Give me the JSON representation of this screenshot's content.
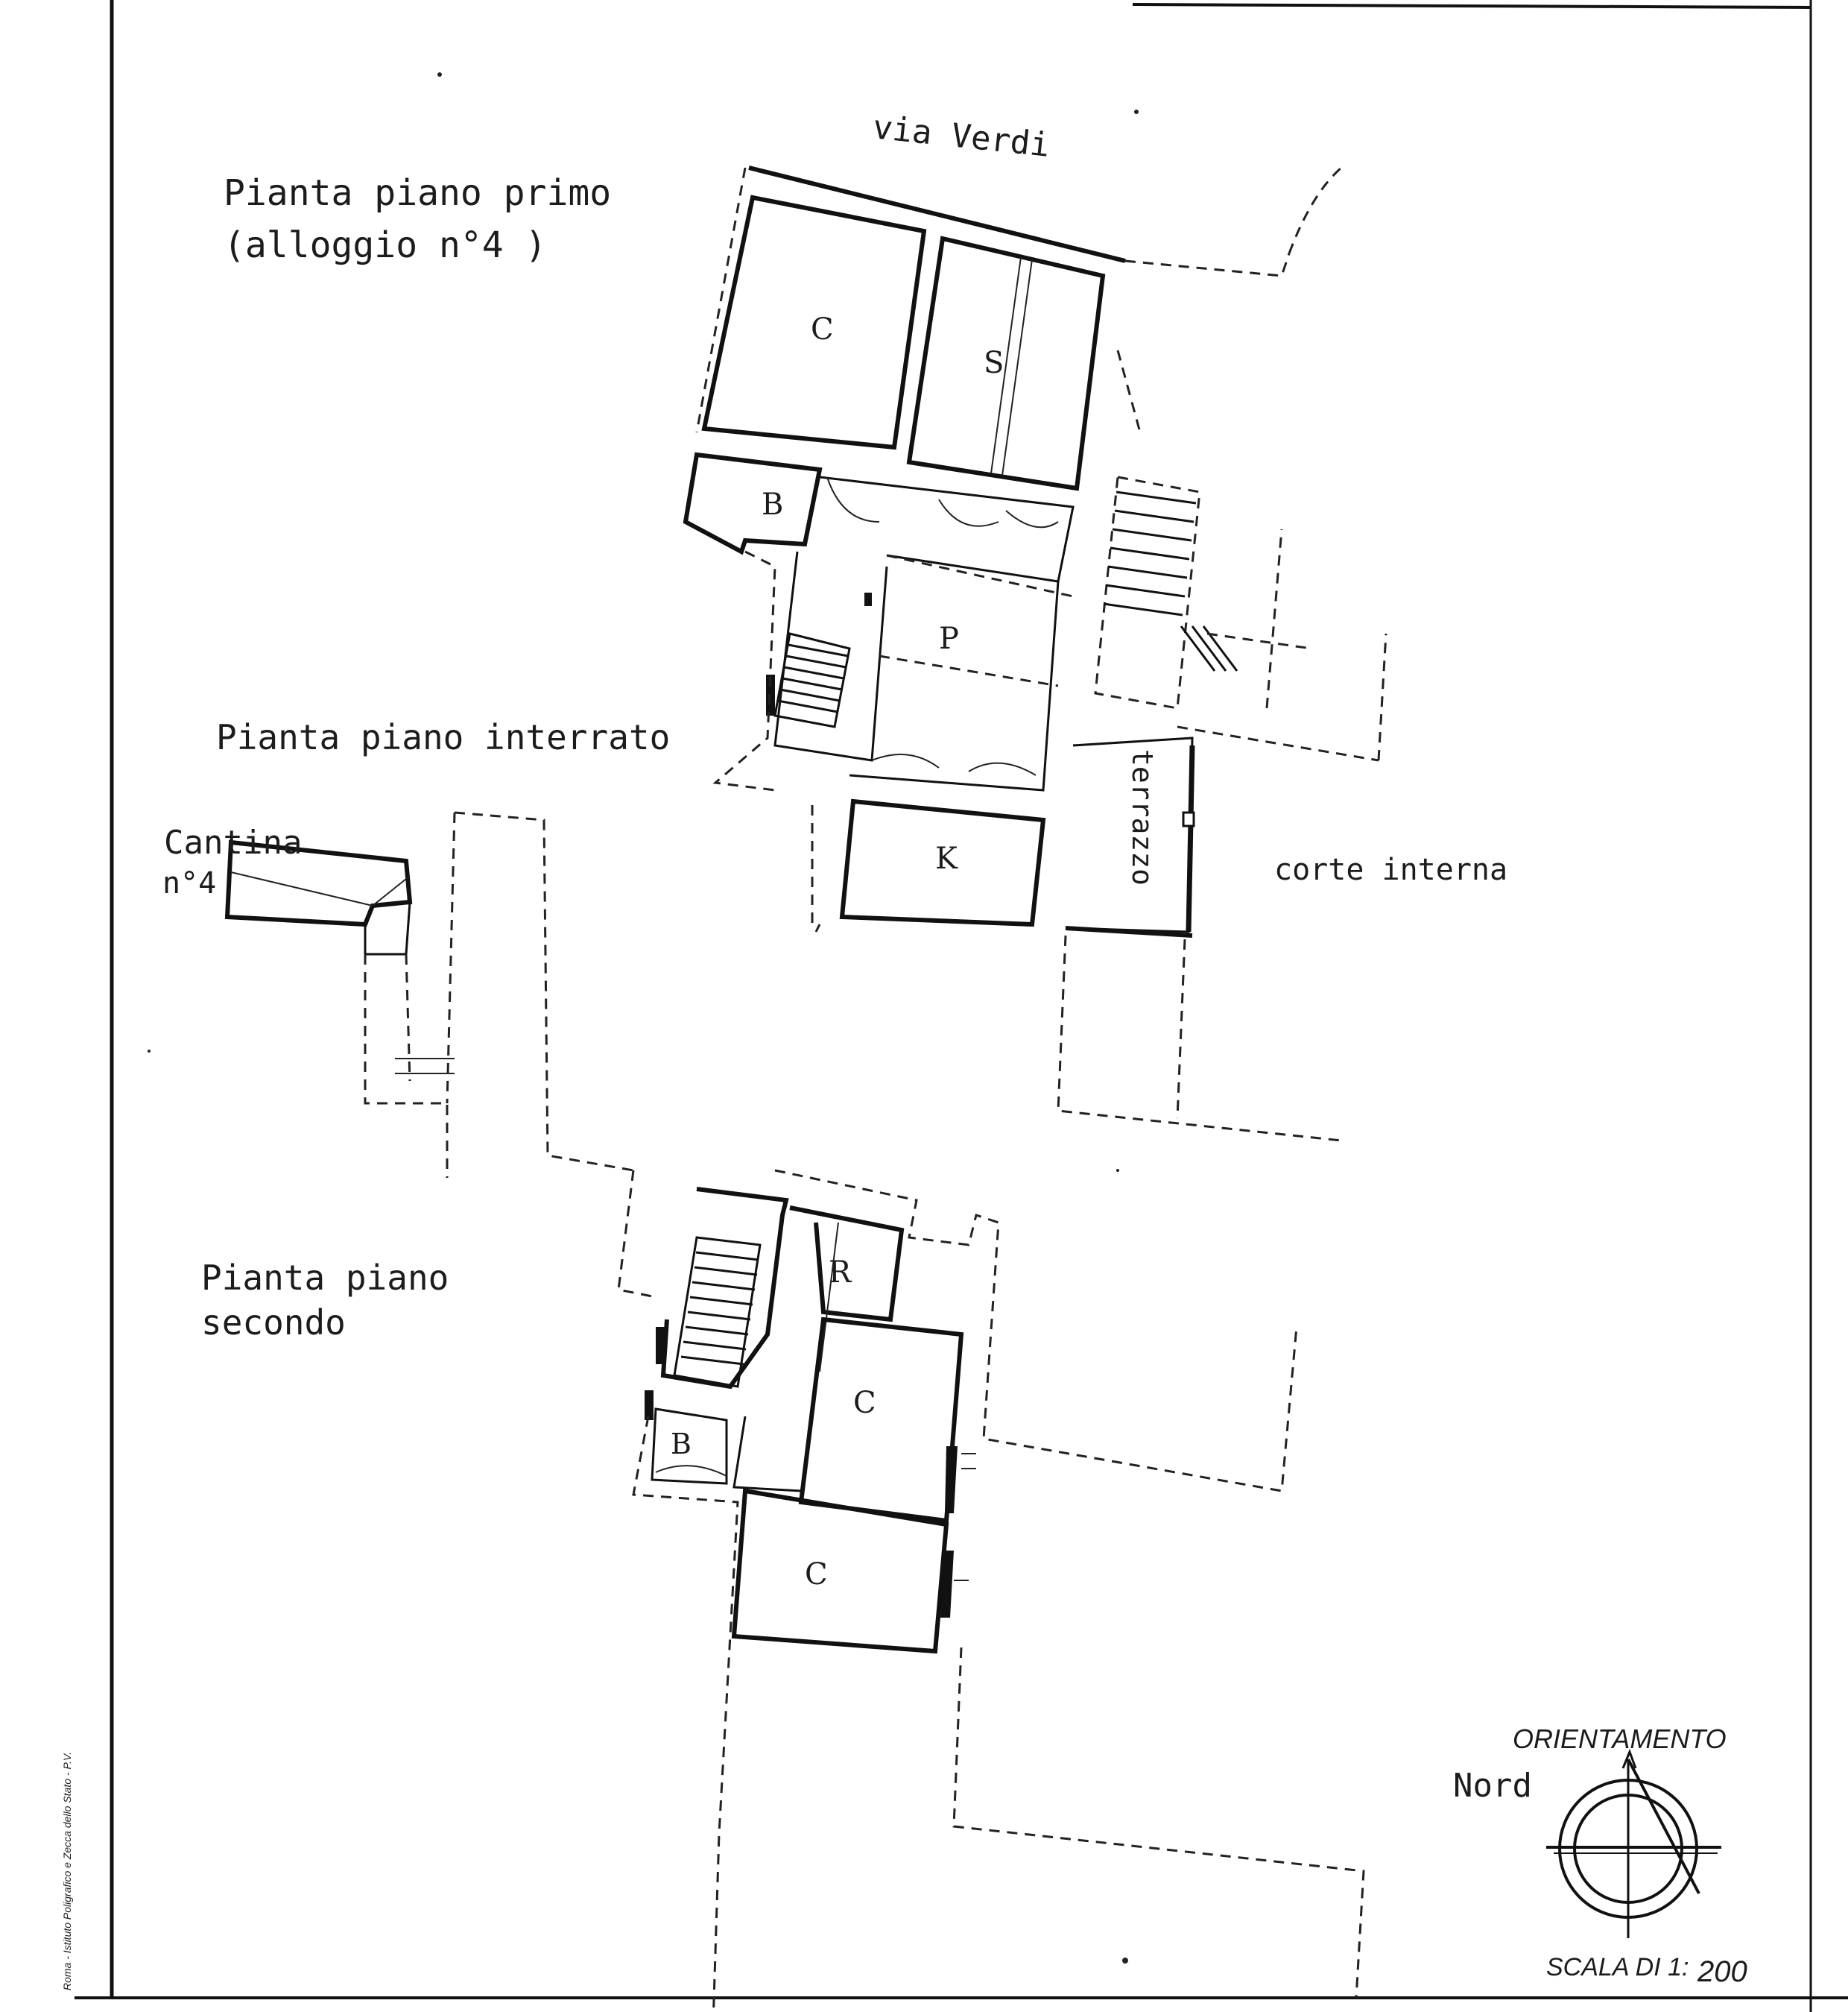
{
  "street": "via Verdi",
  "first_floor": {
    "title": "Pianta piano primo",
    "subtitle": "(alloggio n°4 )",
    "rooms": [
      "C",
      "S",
      "B",
      "P",
      "K"
    ],
    "terrace": "terrazzo",
    "courtyard": "corte interna"
  },
  "basement": {
    "title": "Pianta piano interrato",
    "cellar_line1": "Cantina",
    "cellar_line2": "n°4"
  },
  "second_floor": {
    "title_line1": "Pianta piano",
    "title_line2": "secondo",
    "rooms": [
      "R",
      "C",
      "B",
      "C"
    ]
  },
  "legend": {
    "orientation": "ORIENTAMENTO",
    "north": "Nord",
    "scale_prefix": "SCALA DI 1:",
    "scale_value": "200"
  },
  "side_imprint": "Roma - Istituto Poligrafico e Zecca dello Stato - P.V."
}
